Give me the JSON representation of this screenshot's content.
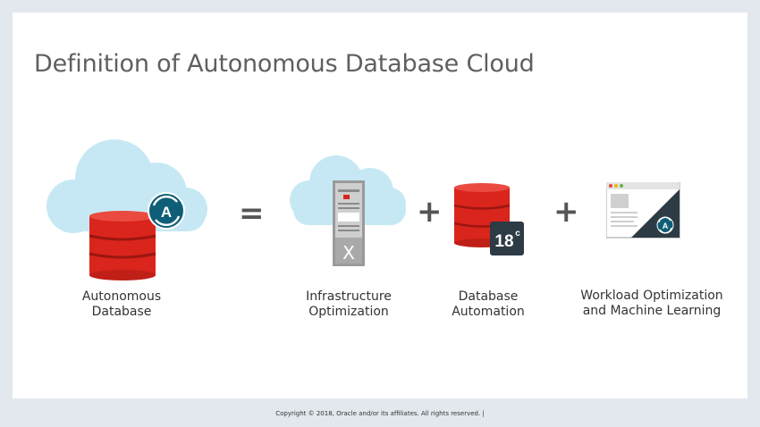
{
  "slide": {
    "title": "Definition of Autonomous Database Cloud",
    "operators": {
      "equals": "=",
      "plus": "+"
    },
    "components": [
      {
        "line1": "Autonomous",
        "line2": "Database",
        "icon": "autonomous-database-cloud-icon"
      },
      {
        "line1": "Infrastructure",
        "line2": "Optimization",
        "icon": "exadata-cloud-icon"
      },
      {
        "line1": "Database",
        "line2": "Automation",
        "icon": "database-18c-icon"
      },
      {
        "line1": "Workload Optimization",
        "line2": "and Machine Learning",
        "icon": "workload-window-icon"
      }
    ],
    "badges": {
      "autonomous": "A",
      "version": "18",
      "version_sup": "c",
      "server_mark": "X"
    },
    "footer": "Copyright © 2018, Oracle and/or its affiliates. All rights reserved.  |"
  },
  "colors": {
    "background": "#e3e8ee",
    "slide": "#ffffff",
    "oracle_red": "#d9251c",
    "cloud": "#c6e8f4",
    "teal": "#0f5e77",
    "dark_badge": "#2d3b45"
  }
}
